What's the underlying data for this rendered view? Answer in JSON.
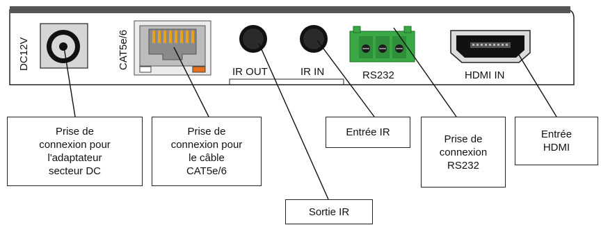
{
  "panel": {
    "dc_label": "DC12V",
    "cat_label": "CAT5e/6",
    "ir_out_label": "IR OUT",
    "ir_in_label": "IR IN",
    "rs232_label": "RS232",
    "hdmi_label": "HDMI IN"
  },
  "callouts": {
    "dc": "Prise de\nconnexion pour\nl'adaptateur\nsecteur DC",
    "cat": "Prise de\nconnexion pour\nle câble\nCAT5e/6",
    "ir_in": "Entrée IR",
    "rs232": "Prise de\nconnexion\nRS232",
    "hdmi": "Entrée\nHDMI",
    "ir_out": "Sortie IR"
  },
  "colors": {
    "terminal_green": "#3aa845",
    "rj45_pins": "#e8a020",
    "rj45_led": "#e8701c"
  }
}
